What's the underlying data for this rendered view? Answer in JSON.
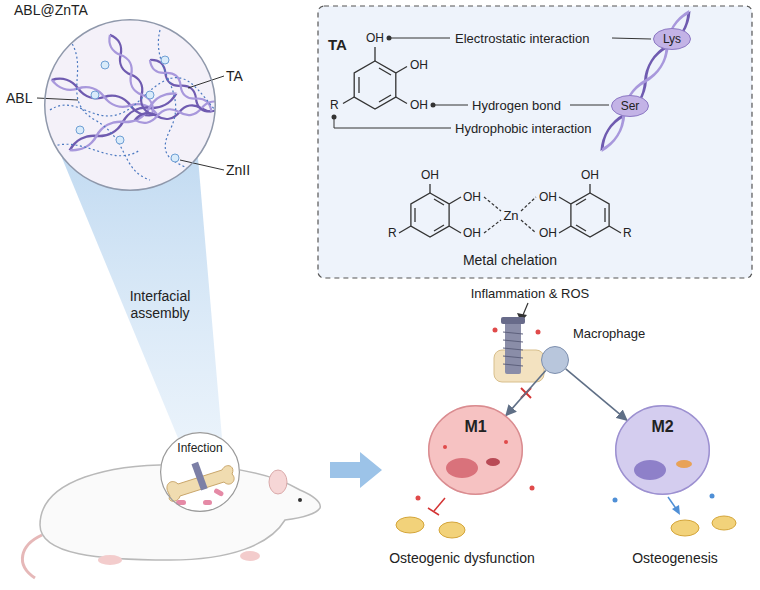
{
  "diagram": {
    "nodes": [
      {
        "text": [
          "ABL@ZnTA"
        ]
      },
      {
        "text": [
          "Lys"
        ]
      },
      {
        "text": [
          "Ser"
        ]
      },
      {
        "text": [
          "Infection"
        ]
      },
      {
        "text": [
          "Macrophage"
        ]
      },
      {
        "text": [
          "M1"
        ]
      },
      {
        "text": [
          "M2"
        ]
      }
    ],
    "edges": [
      {
        "from": 4,
        "to": 5,
        "arrow": "to"
      },
      {
        "from": 4,
        "to": 6,
        "arrow": "to"
      }
    ],
    "labels": [
      "ABL",
      "TA",
      "ZnII",
      "TA",
      "OH",
      "OH",
      "OH",
      "R",
      "Electrostatic interaction",
      "Hydrogen bond",
      "Hydrophobic interaction",
      "OH",
      "OH",
      "OH",
      "R",
      "Zn",
      "OH",
      "OH",
      "OH",
      "R",
      "Metal chelation",
      "Interfacial assembly",
      "Inflammation & ROS",
      "Osteogenic dysfunction",
      "Osteogenesis"
    ]
  }
}
